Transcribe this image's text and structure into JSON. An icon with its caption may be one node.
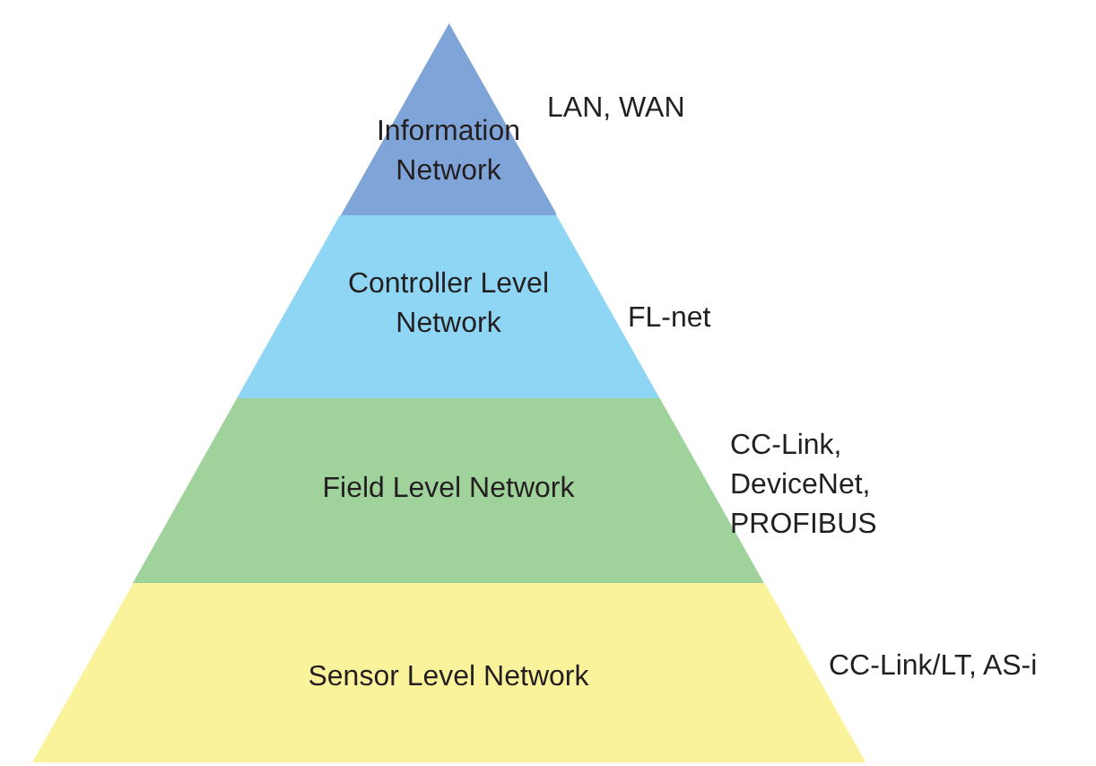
{
  "diagram": {
    "nodes": [
      {
        "text": [
          "Information Network"
        ],
        "beside": [
          "LAN, WAN"
        ]
      },
      {
        "text": [
          "Controller Level Network"
        ],
        "beside": [
          "FL-net"
        ]
      },
      {
        "text": [
          "Field Level Network"
        ],
        "beside": [
          "CC-Link, DeviceNet, PROFIBUS"
        ]
      },
      {
        "text": [
          "Sensor Level Network"
        ],
        "beside": [
          "CC-Link/LT, AS-i"
        ]
      }
    ]
  }
}
